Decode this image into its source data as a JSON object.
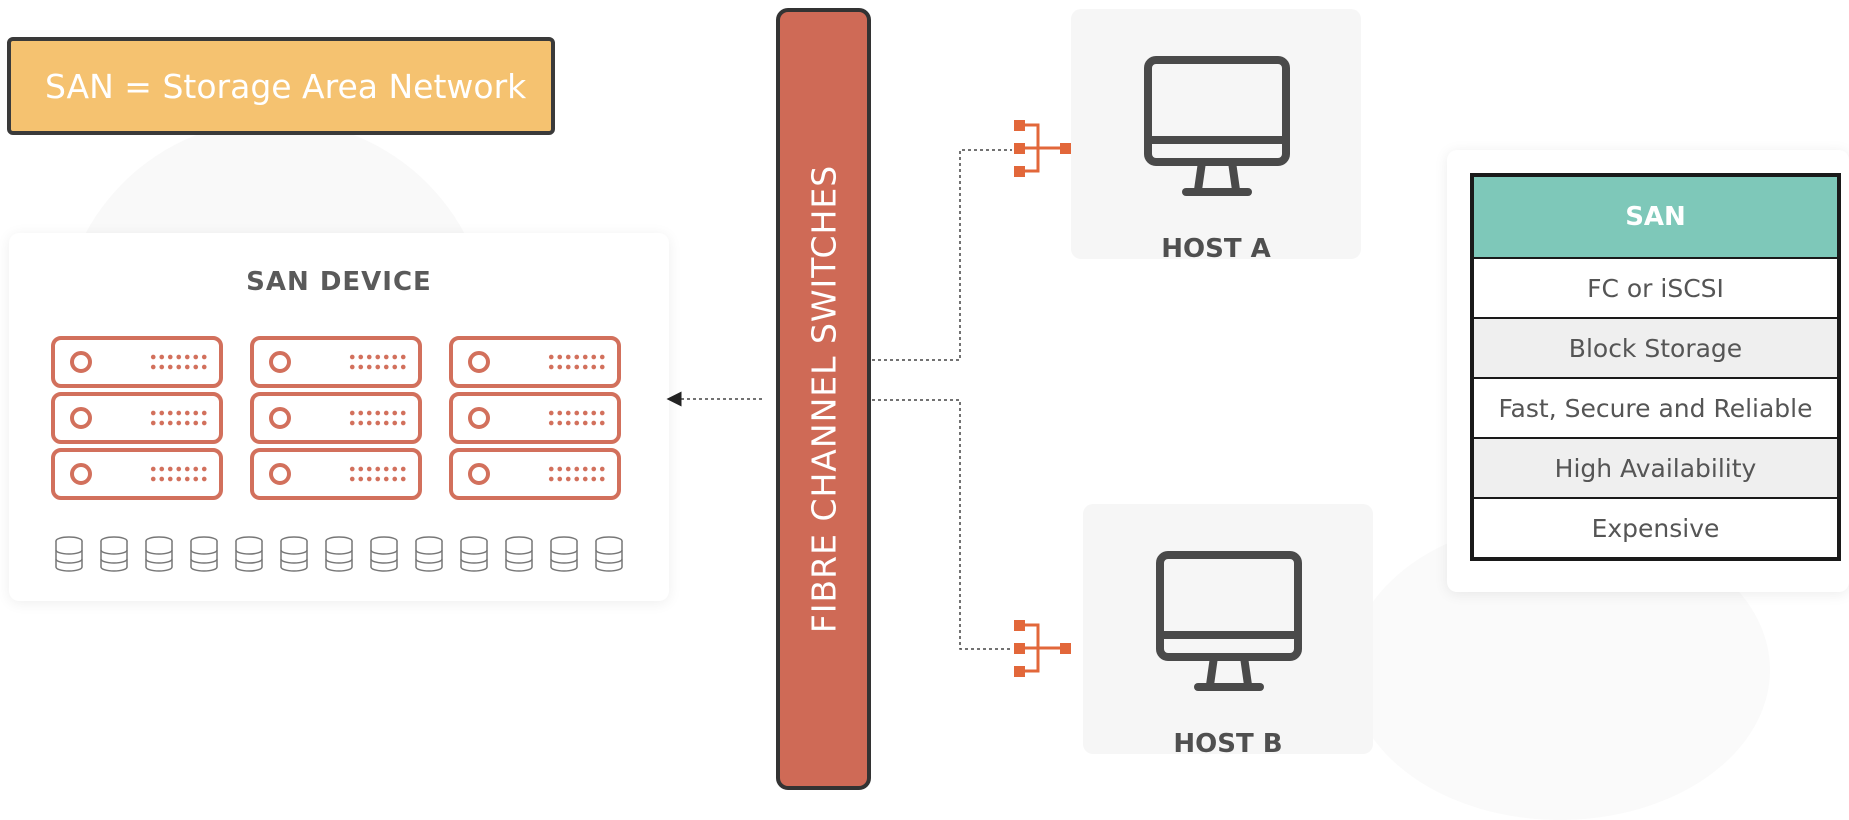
{
  "title": "SAN = Storage Area Network",
  "san_device": {
    "label": "SAN DEVICE",
    "server_units": 9,
    "disks": 13
  },
  "switch": {
    "label": "FIBRE CHANNEL  SWITCHES"
  },
  "hosts": [
    {
      "label": "HOST A",
      "icon": "monitor-icon"
    },
    {
      "label": "HOST B",
      "icon": "monitor-icon"
    }
  ],
  "table": {
    "header": "SAN",
    "rows": [
      "FC or iSCSI",
      "Block Storage",
      "Fast, Secure and Reliable",
      "High Availability",
      "Expensive"
    ]
  },
  "colors": {
    "title_bg": "#f5c270",
    "switch_bg": "#cf6a56",
    "server_stroke": "#d2705c",
    "connector": "#e2673a",
    "table_header": "#7ec8b9"
  }
}
